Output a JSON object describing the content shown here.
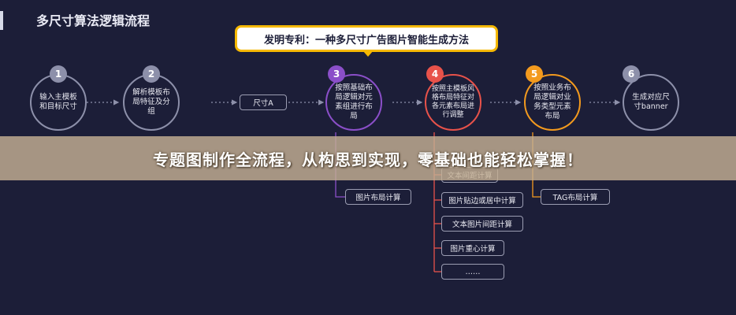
{
  "header": {
    "title": "多尺寸算法逻辑流程"
  },
  "callout": {
    "text": "发明专利：一种多尺寸广告图片智能生成方法"
  },
  "steps": [
    {
      "num": "1",
      "text": "输入主模板和目标尺寸",
      "color": "#8d90aa"
    },
    {
      "num": "2",
      "text": "解析模板布局特征及分组",
      "color": "#8d90aa"
    },
    {
      "num": "3",
      "text": "按照基础布局逻辑对元素组进行布局",
      "color": "#8b4fc9"
    },
    {
      "num": "4",
      "text": "按照主模板风格布局特征对各元素布局进行调整",
      "color": "#e8524a"
    },
    {
      "num": "5",
      "text": "按照业务布局逻辑对业务类型元素布局",
      "color": "#f39a1e"
    },
    {
      "num": "6",
      "text": "生成对应尺寸banner",
      "color": "#8d90aa"
    }
  ],
  "size_label": "尺寸A",
  "step3_children": [
    "图片布局计算"
  ],
  "step4_children": [
    "文本间距计算",
    "图片贴边或居中计算",
    "文本图片间距计算",
    "图片重心计算",
    "……"
  ],
  "step5_children": [
    "TAG布局计算"
  ],
  "banner": {
    "text": "专题图制作全流程，从构思到实现，零基础也能轻松掌握！"
  }
}
